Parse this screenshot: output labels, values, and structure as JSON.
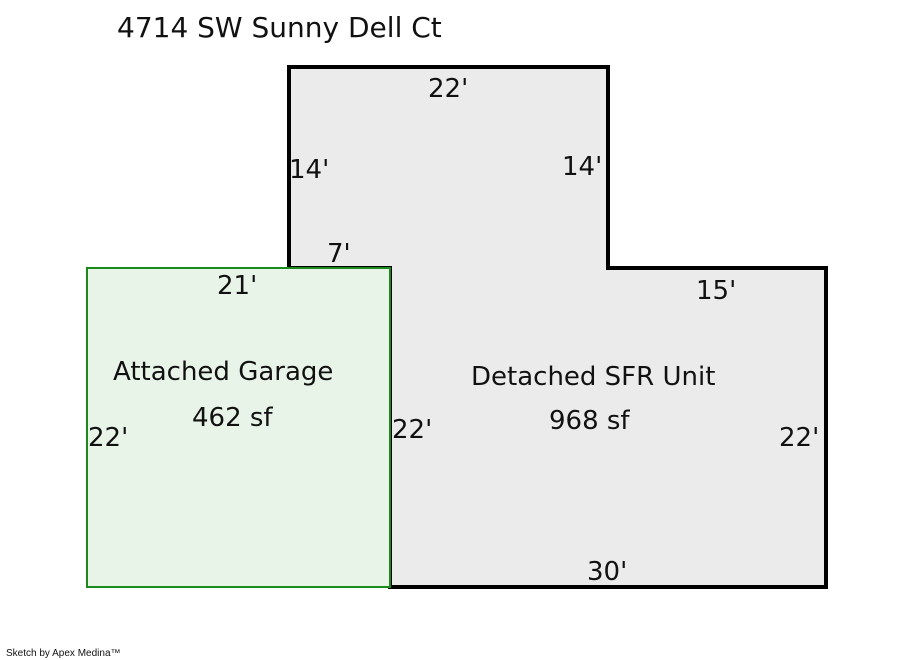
{
  "title": "4714 SW Sunny Dell Ct",
  "credit": "Sketch by Apex Medina™",
  "colors": {
    "sfr_fill": "#ebebeb",
    "sfr_stroke": "#000000",
    "garage_fill": "#e9f4e9",
    "garage_stroke": "#1a8a1a"
  },
  "areas": {
    "garage": {
      "name": "Attached Garage",
      "area": "462 sf"
    },
    "sfr": {
      "name": "Detached SFR Unit",
      "area": "968 sf"
    }
  },
  "dimensions": {
    "sfr_top": "22'",
    "sfr_upper_left": "14'",
    "sfr_upper_right": "14'",
    "sfr_step": "7'",
    "sfr_right_top": "15'",
    "sfr_left": "22'",
    "sfr_right": "22'",
    "sfr_bottom": "30'",
    "garage_top": "21'",
    "garage_left": "22'"
  }
}
